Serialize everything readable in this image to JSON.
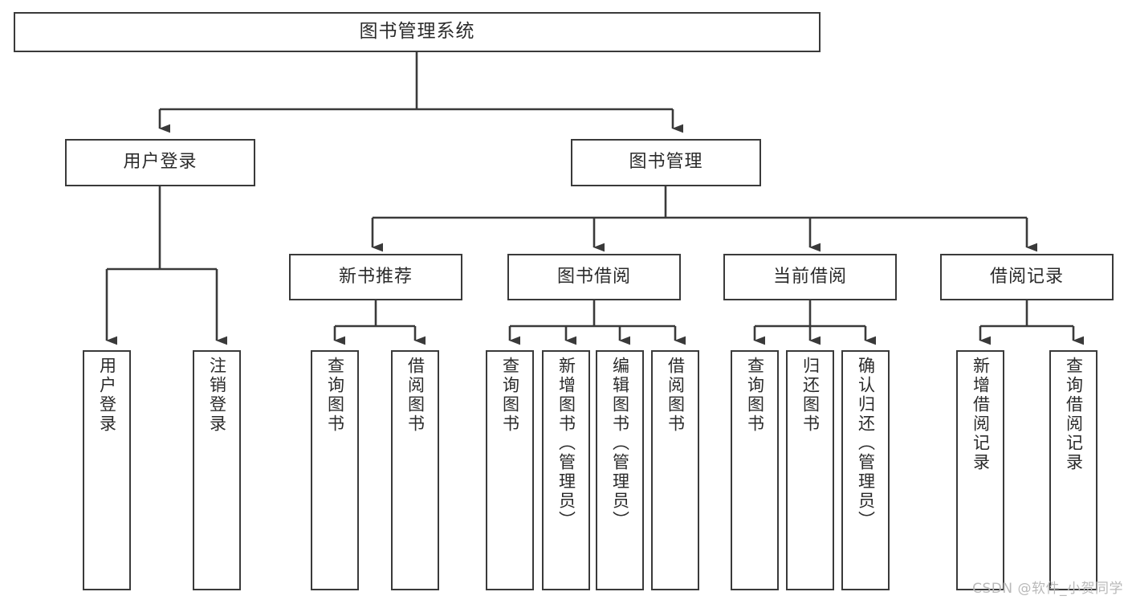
{
  "diagram": {
    "type": "tree",
    "title": "图书管理系统",
    "orientation": "top-down",
    "colors": {
      "box_border": "#3a3a3a",
      "box_fill": "#ffffff",
      "connector": "#3a3a3a",
      "text": "#2b2b2b",
      "watermark": "#b9b9b9"
    },
    "root": {
      "label": "图书管理系统"
    },
    "level1": [
      {
        "label": "用户登录"
      },
      {
        "label": "图书管理"
      }
    ],
    "level2": [
      {
        "label": "新书推荐",
        "parent": "图书管理"
      },
      {
        "label": "图书借阅",
        "parent": "图书管理"
      },
      {
        "label": "当前借阅",
        "parent": "图书管理"
      },
      {
        "label": "借阅记录",
        "parent": "图书管理"
      }
    ],
    "leaves": [
      {
        "label": "用户登录",
        "parent": "用户登录"
      },
      {
        "label": "注销登录",
        "parent": "用户登录"
      },
      {
        "label": "查询图书",
        "parent": "新书推荐"
      },
      {
        "label": "借阅图书",
        "parent": "新书推荐"
      },
      {
        "label": "查询图书",
        "parent": "图书借阅"
      },
      {
        "label": "新增图书（管理员）",
        "parent": "图书借阅"
      },
      {
        "label": "编辑图书（管理员）",
        "parent": "图书借阅"
      },
      {
        "label": "借阅图书",
        "parent": "图书借阅"
      },
      {
        "label": "查询图书",
        "parent": "当前借阅"
      },
      {
        "label": "归还图书",
        "parent": "当前借阅"
      },
      {
        "label": "确认归还（管理员）",
        "parent": "当前借阅"
      },
      {
        "label": "新增借阅记录",
        "parent": "借阅记录"
      },
      {
        "label": "查询借阅记录",
        "parent": "借阅记录"
      }
    ]
  },
  "watermark": {
    "text": "CSDN @软件_小贺同学"
  }
}
